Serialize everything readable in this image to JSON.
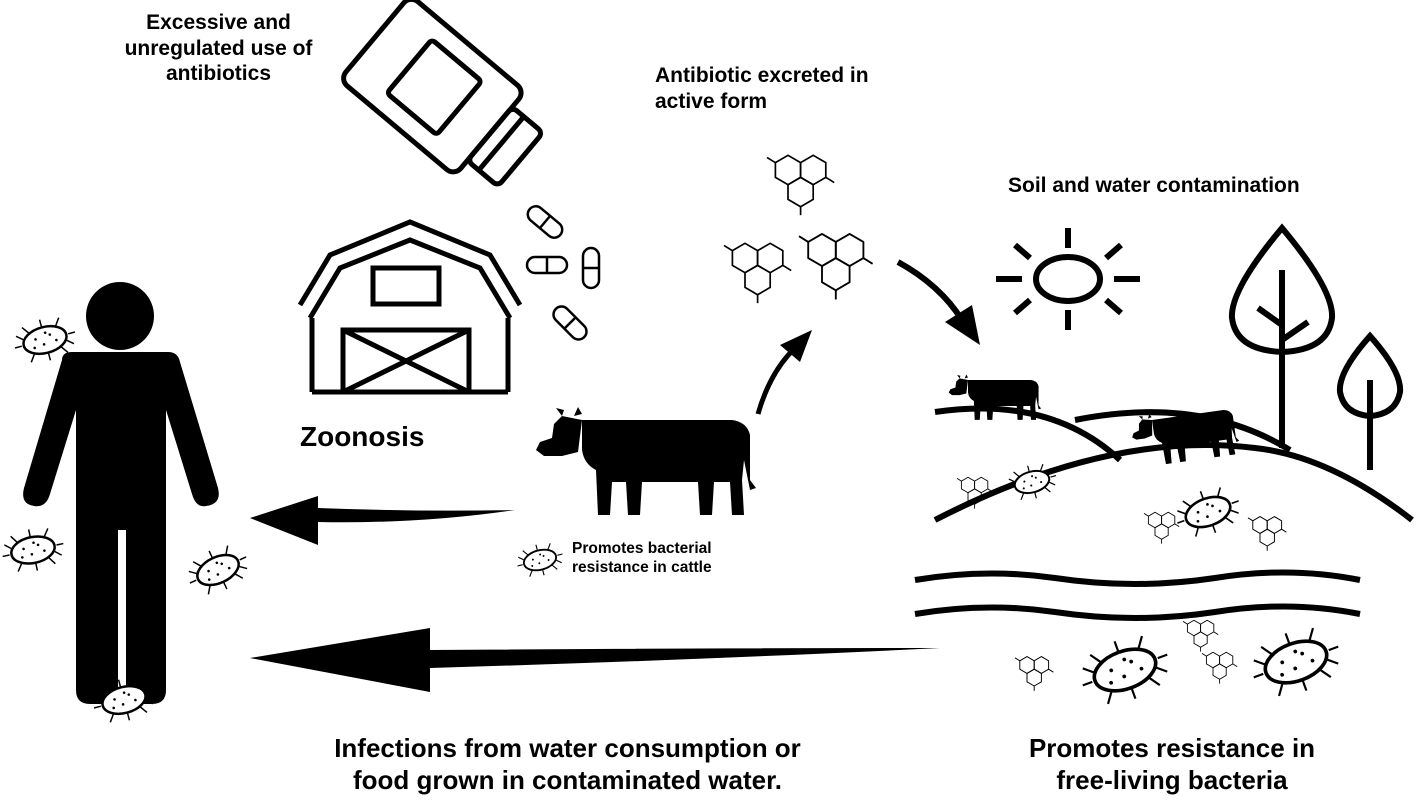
{
  "labels": {
    "excessive_use": "Excessive and\nunregulated use of\nantibiotics",
    "excreted": "Antibiotic excreted in\nactive form",
    "soil_water": "Soil and water contamination",
    "zoonosis": "Zoonosis",
    "cattle_resistance": "Promotes bacterial\nresistance in cattle",
    "infections": "Infections from water consumption or\nfood grown in contaminated water.",
    "free_living": "Promotes resistance in\nfree-living bacteria"
  },
  "icons": [
    "human-icon",
    "barn-icon",
    "pill-bottle-icon",
    "capsule-icon",
    "molecule-icon",
    "cow-icon",
    "sun-icon",
    "tree-icon",
    "bacteria-icon",
    "water-waves-icon",
    "arrow-icon"
  ],
  "colors": {
    "ink": "#000000",
    "background": "#ffffff"
  }
}
